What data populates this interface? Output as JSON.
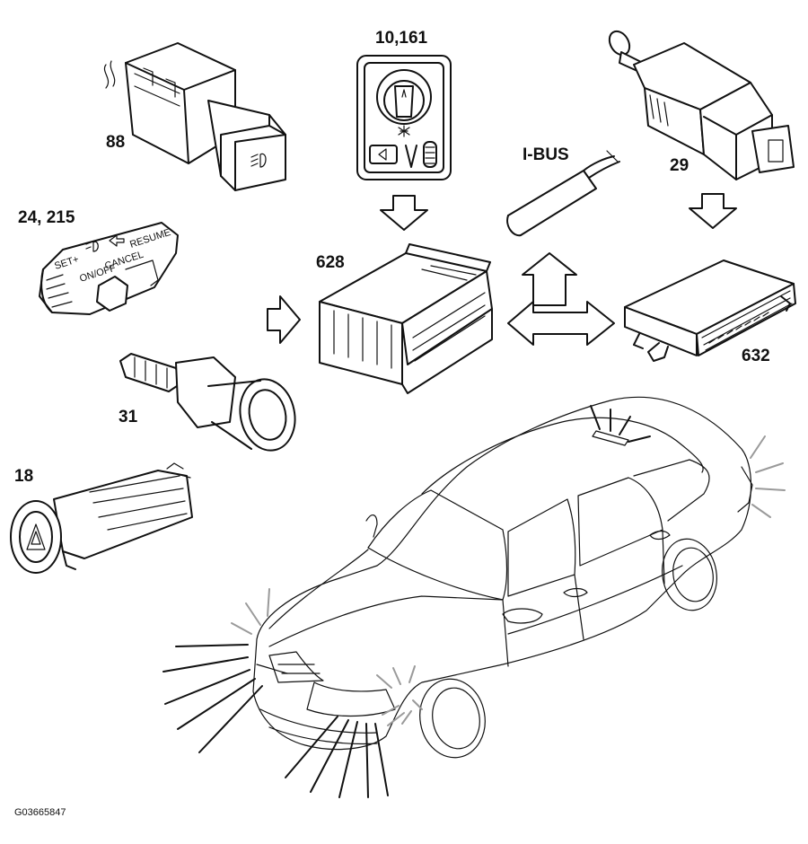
{
  "labels": {
    "fog_switch": "88",
    "stalk_switch": "24, 215",
    "temp_sensor": "31",
    "hazard_switch": "18",
    "light_switch": "10,161",
    "ibus": "I-BUS",
    "brake_switch": "29",
    "module_628": "628",
    "module_632": "632"
  },
  "stalk_text": {
    "t1": "SET+",
    "t2": "ON/OFF",
    "t3": "CANCEL",
    "t4": "RESUME"
  },
  "figure_id": "G03665847"
}
